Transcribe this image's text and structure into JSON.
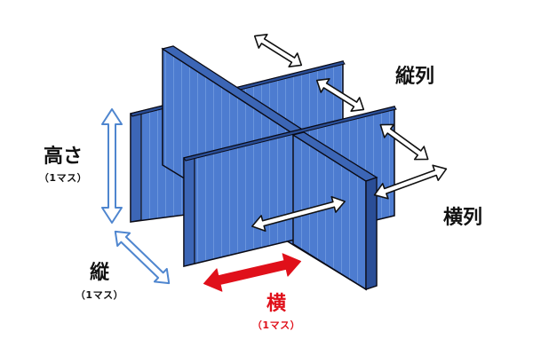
{
  "labels": {
    "height": {
      "main": "高さ",
      "sub": "（1マス）"
    },
    "depth": {
      "main": "縦",
      "sub": "（1マス）"
    },
    "width": {
      "main": "横",
      "sub": "（1マス）"
    },
    "columns": "縦列",
    "rows": "横列"
  },
  "colors": {
    "panel_face": "#4d7cd0",
    "panel_face_dark": "#3c66b6",
    "panel_edge": "#2a4e97",
    "panel_stripe": "#6a95dc",
    "outline": "#0a0a14",
    "outline_arrow": "#4f86cf",
    "emphasis_arrow": "#e0101a",
    "emphasis_text": "#e0101a",
    "black_arrow_outline": "#111111",
    "white_arrow_fill": "#ffffff"
  },
  "icons": [
    "height-double-arrow-icon",
    "depth-double-arrow-icon",
    "width-double-arrow-icon",
    "white-double-arrow-icon"
  ]
}
